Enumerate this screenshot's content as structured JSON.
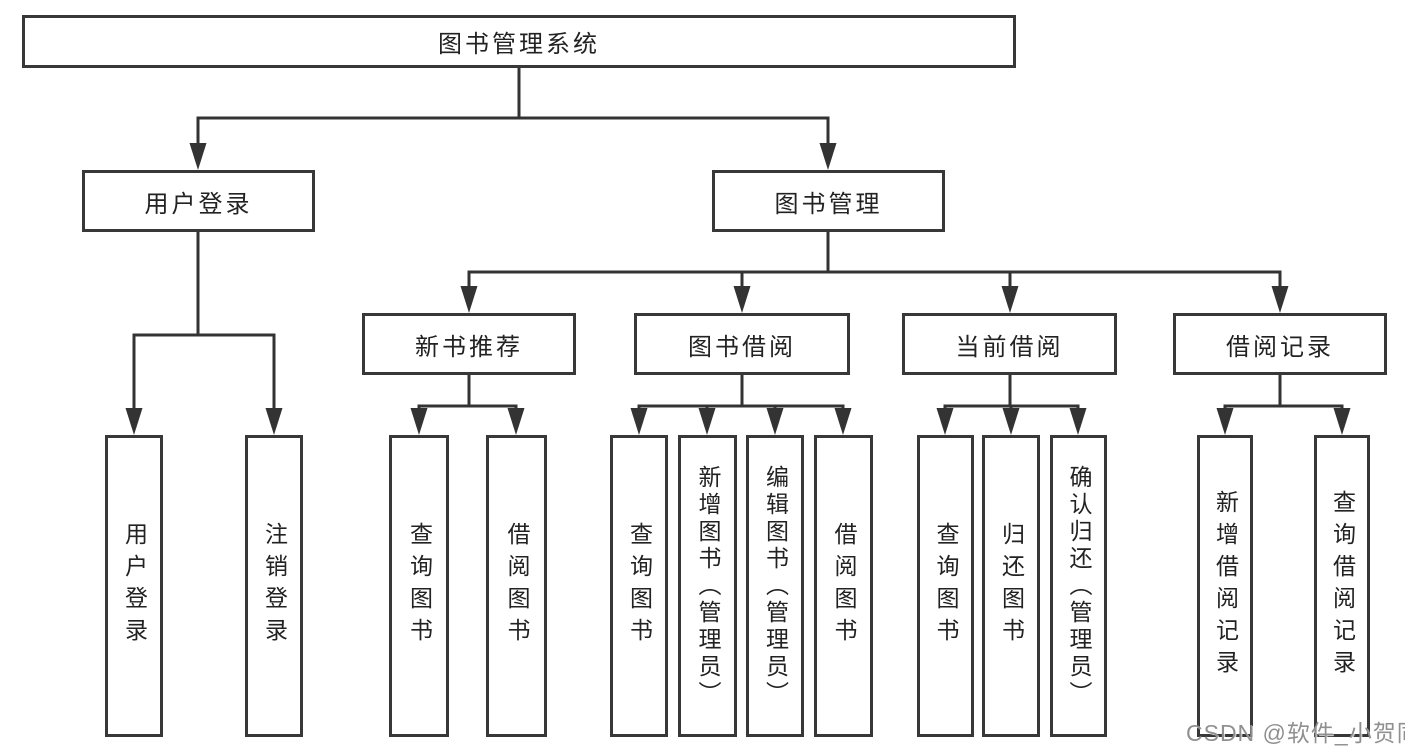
{
  "root": {
    "label": "图书管理系统"
  },
  "level2": [
    {
      "label": "用户登录"
    },
    {
      "label": "图书管理"
    }
  ],
  "level3": [
    {
      "label": "新书推荐"
    },
    {
      "label": "图书借阅"
    },
    {
      "label": "当前借阅"
    },
    {
      "label": "借阅记录"
    }
  ],
  "leaves": [
    {
      "label": "用户登录"
    },
    {
      "label": "注销登录"
    },
    {
      "label": "查询图书"
    },
    {
      "label": "借阅图书"
    },
    {
      "label": "查询图书"
    },
    {
      "label": "新增图书（管理员）"
    },
    {
      "label": "编辑图书（管理员）"
    },
    {
      "label": "借阅图书"
    },
    {
      "label": "查询图书"
    },
    {
      "label": "归还图书"
    },
    {
      "label": "确认归还（管理员）"
    },
    {
      "label": "新增借阅记录"
    },
    {
      "label": "查询借阅记录"
    }
  ],
  "watermark": "CSDN @软件_小贺同学",
  "colors": {
    "line": "#333333",
    "border": "#383838",
    "text": "#222222",
    "watermark": "#909090",
    "background": "#ffffff"
  }
}
